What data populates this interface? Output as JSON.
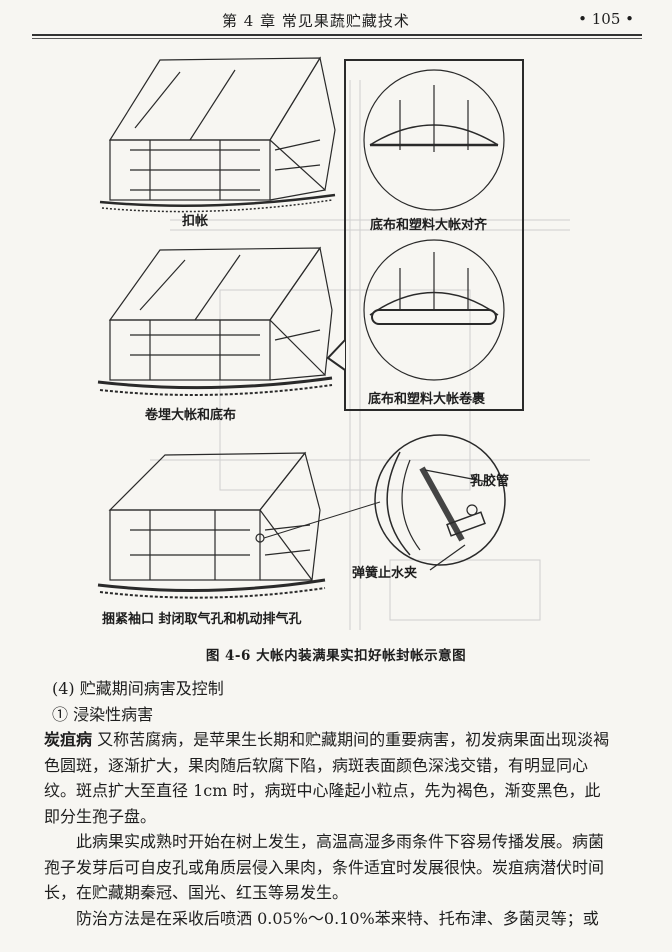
{
  "header": {
    "chapter": "第 4 章 常见果蔬贮藏技术",
    "page_number": "• 105 •"
  },
  "figure": {
    "labels": {
      "tent1": "扣帐",
      "inset1": "底布和塑料大帐对齐",
      "tent2": "卷埋大帐和底布",
      "inset2": "底布和塑料大帐卷裹",
      "tube": "乳胶管",
      "clamp": "弹簧止水夹",
      "tent3": "捆紧袖口 封闭取气孔和机动排气孔"
    },
    "caption": "图 4-6 大帐内装满果实扣好帐封帐示意图"
  },
  "body": {
    "section_heading": "(4) 贮藏期间病害及控制",
    "subheading": "① 浸染性病害",
    "para1_term": "炭疽病",
    "para1_rest": " 又称苦腐病，是苹果生长期和贮藏期间的重要病害，初发病果面出现淡褐色圆斑，逐渐扩大，果肉随后软腐下陷，病斑表面颜色深浅交错，有明显同心纹。斑点扩大至直径 1cm 时，病斑中心隆起小粒点，先为褐色，渐变黑色，此即分生孢子盘。",
    "para2": "此病果实成熟时开始在树上发生，高温高湿多雨条件下容易传播发展。病菌孢子发芽后可自皮孔或角质层侵入果肉，条件适宜时发展很快。炭疽病潜伏时间长，在贮藏期秦冠、国光、红玉等易发生。",
    "para3": "防治方法是在采收后喷洒 0.05%～0.10%苯来特、托布津、多菌灵等；或"
  }
}
